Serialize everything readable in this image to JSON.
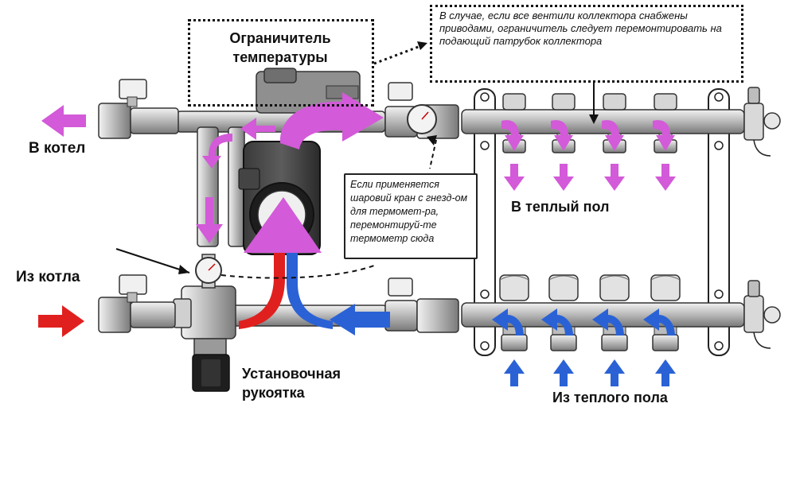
{
  "labels": {
    "limiter_title": "Ограничитель температуры",
    "to_boiler": "В котел",
    "from_boiler": "Из котла",
    "to_floor": "В теплый пол",
    "from_floor": "Из теплого пола",
    "handle": "Установочная рукоятка"
  },
  "notes": {
    "collector_note": "В случае, если все вентили коллектора снабжены приводами, ограничитель следует перемонтировать на подающий патрубок коллектора",
    "thermometer_note": "Если применяется шаровий кран с гнезд-ом для термомет-ра, перемонтируй-те термометр сюда"
  },
  "colors": {
    "hot": "#e0201e",
    "cold": "#2a62d6",
    "mixed": "#d35ad8",
    "metal": "#c9c9c9",
    "metal_dark": "#6e6e6e",
    "outline": "#1a1a1a"
  }
}
